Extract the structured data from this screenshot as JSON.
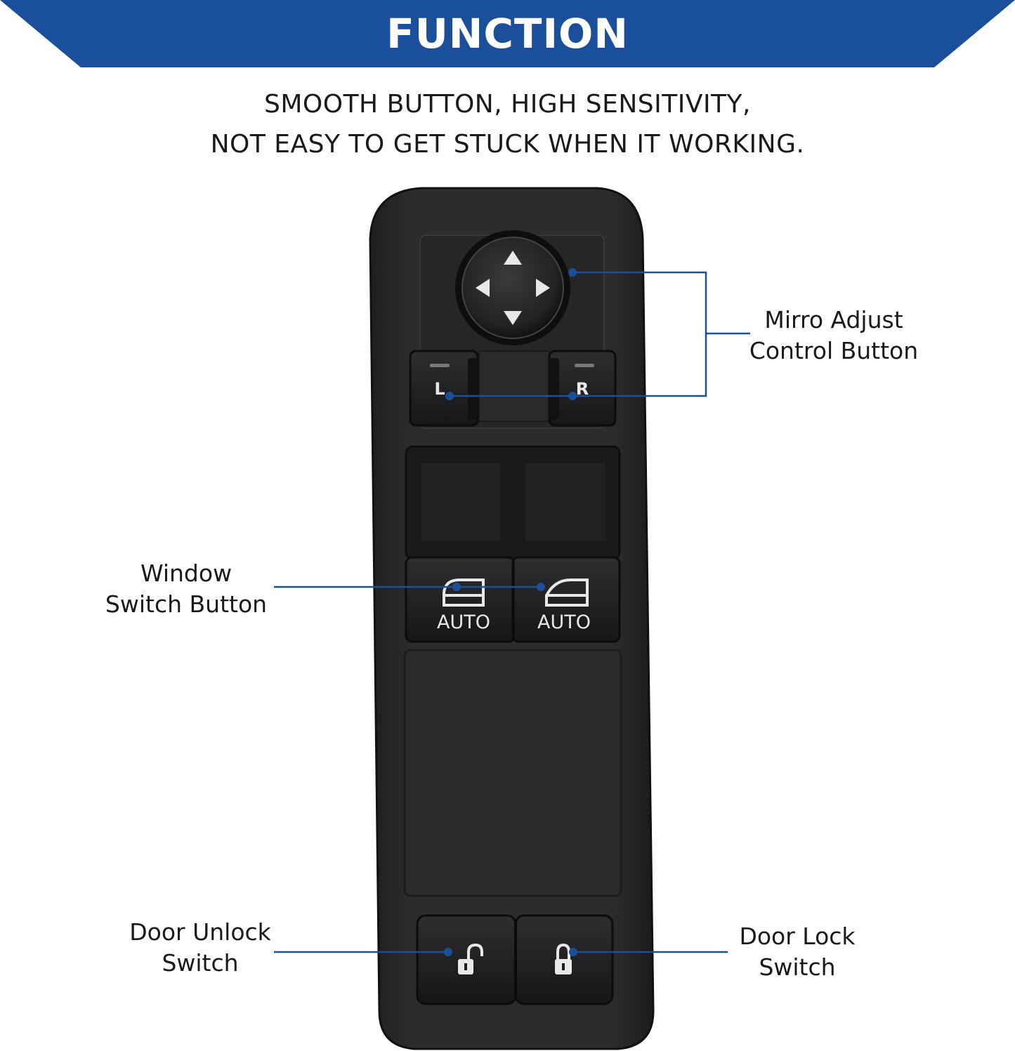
{
  "header": {
    "title": "FUNCTION",
    "subtitle_line1": "SMOOTH BUTTON, HIGH SENSITIVITY,",
    "subtitle_line2": "NOT EASY TO GET STUCK WHEN IT WORKING."
  },
  "colors": {
    "banner": "#1a4f9c",
    "leader_line": "#1c4f9a",
    "switch_body": "#2a2a2c",
    "switch_button": "#1c1c1e",
    "icon": "#e8e8e8"
  },
  "product": {
    "mirror_button_icons": [
      "arrow-up-icon",
      "arrow-left-icon",
      "arrow-right-icon",
      "arrow-down-icon"
    ],
    "mirror_select_left": "L",
    "mirror_select_right": "R",
    "window_left_label": "AUTO",
    "window_right_label": "AUTO"
  },
  "callouts": {
    "mirror": {
      "line1": "Mirro Adjust",
      "line2": "Control Button"
    },
    "window": {
      "line1": "Window",
      "line2": "Switch Button"
    },
    "unlock": {
      "line1": "Door Unlock",
      "line2": "Switch"
    },
    "lock": {
      "line1": "Door Lock",
      "line2": "Switch"
    }
  }
}
